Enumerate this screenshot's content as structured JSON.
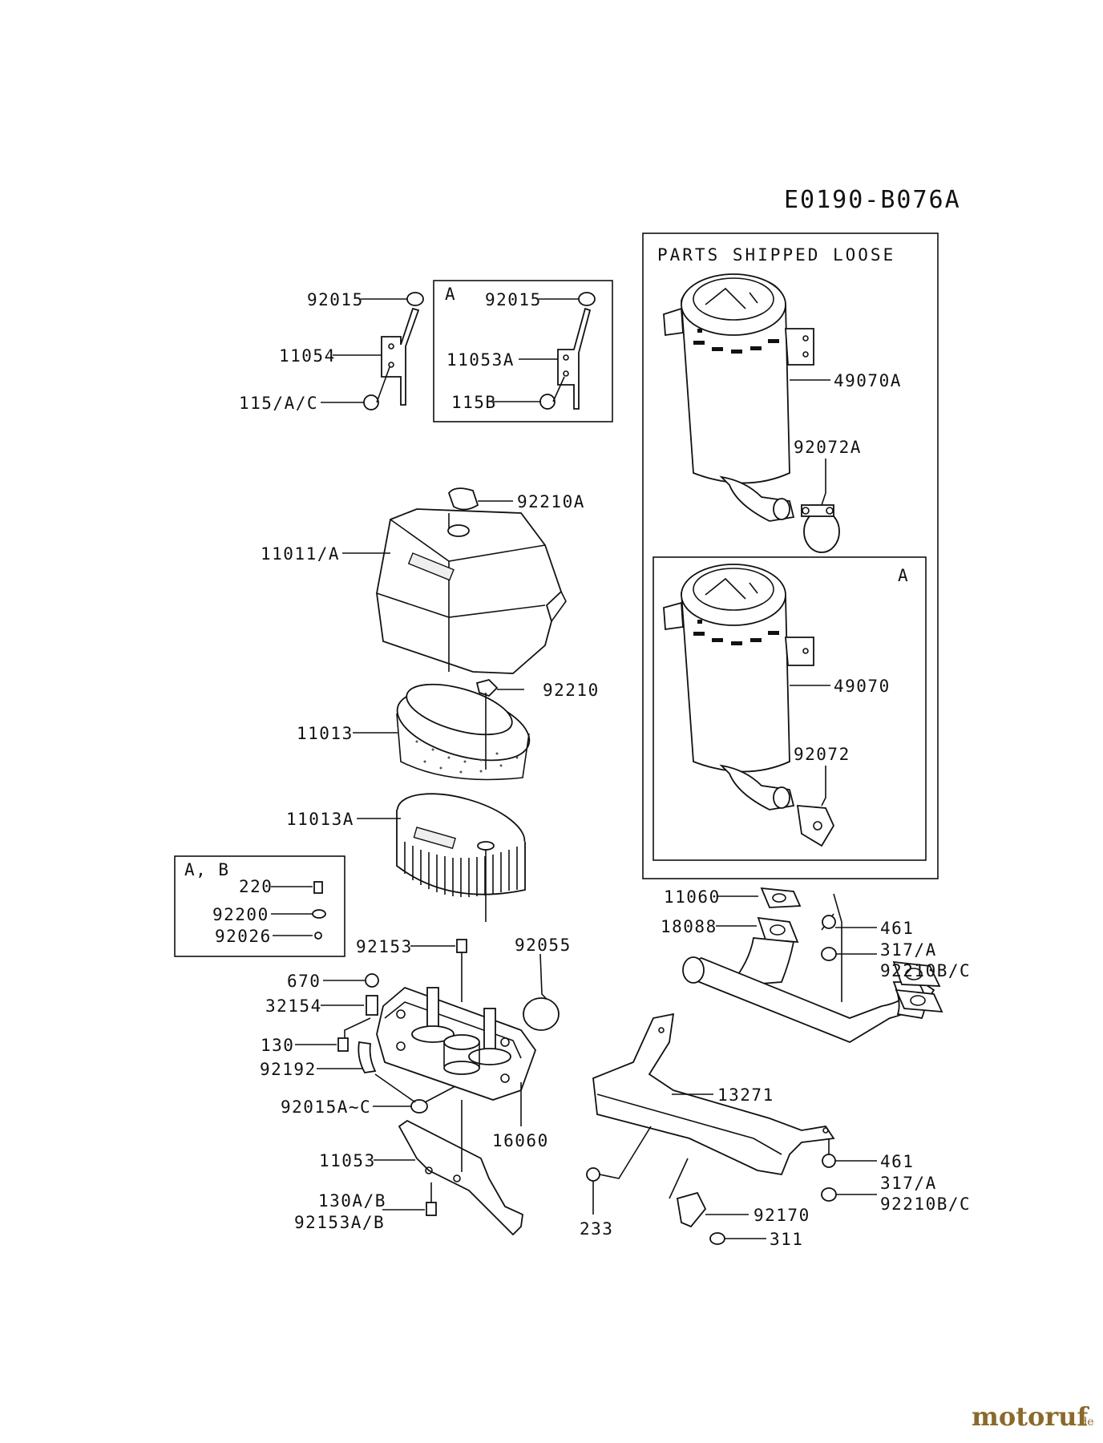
{
  "diagram_code": "E0190-B076A",
  "parts_loose_title": "PARTS SHIPPED LOOSE",
  "boxes": {
    "box_a_top": "A",
    "box_a_muffler": "A",
    "box_ab": "A, B"
  },
  "labels": {
    "l92015_left": "92015",
    "l11054": "11054",
    "l115ac": "115/A/C",
    "l92015_box": "92015",
    "l11053a": "11053A",
    "l115b": "115B",
    "l92210a": "92210A",
    "l11011a": "11011/A",
    "l92210": "92210",
    "l11013": "11013",
    "l11013a": "11013A",
    "l220": "220",
    "l92200": "92200",
    "l92026": "92026",
    "l92153": "92153",
    "l92055": "92055",
    "l670": "670",
    "l32154": "32154",
    "l130": "130",
    "l92192": "92192",
    "l92015ac": "92015A~C",
    "l16060": "16060",
    "l11053": "11053",
    "l130ab": "130A/B",
    "l92153ab": "92153A/B",
    "l49070a": "49070A",
    "l92072a": "92072A",
    "l49070": "49070",
    "l92072": "92072",
    "l11060": "11060",
    "l18088": "18088",
    "l461_top": "461",
    "l317a_top": "317/A",
    "l92210bc_top": "92210B/C",
    "l13271": "13271",
    "l461_bot": "461",
    "l317a_bot": "317/A",
    "l92210bc_bot": "92210B/C",
    "l233": "233",
    "l92170": "92170",
    "l311": "311"
  },
  "watermark": {
    "brand": "motoruf",
    "suffix": ".de"
  }
}
